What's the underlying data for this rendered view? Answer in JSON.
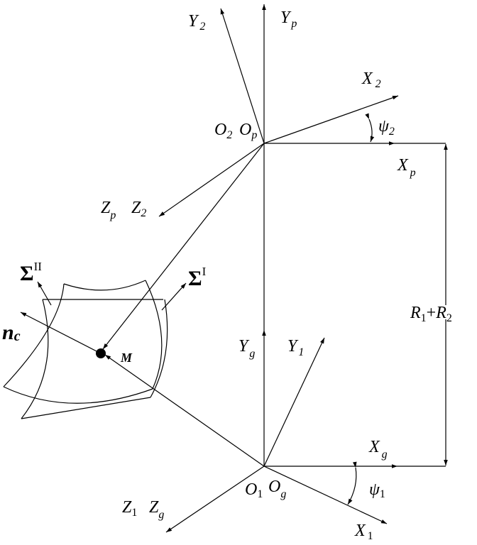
{
  "labels": {
    "Yp": {
      "main": "Y",
      "sub": "p"
    },
    "Y2": {
      "main": "Y",
      "sub": "2"
    },
    "X2": {
      "main": "X",
      "sub": "2"
    },
    "psi2": {
      "main": "ψ",
      "sub": "2"
    },
    "O2": {
      "main": "O",
      "sub": "2"
    },
    "Op": {
      "main": "O",
      "sub": "p"
    },
    "Xp": {
      "main": "X",
      "sub": "p"
    },
    "Zp": {
      "main": "Z",
      "sub": "p"
    },
    "Z2": {
      "main": "Z",
      "sub": "2"
    },
    "SigmaII": {
      "main": "Σ",
      "sup": "II"
    },
    "SigmaI": {
      "main": "Σ",
      "sup": "I"
    },
    "nc": {
      "main": "n",
      "sub": "c"
    },
    "M": "M",
    "R": {
      "r1": "R",
      "s1": "1",
      "plus": "+",
      "r2": "R",
      "s2": "2"
    },
    "Yg": {
      "main": "Y",
      "sub": "g"
    },
    "Y1": {
      "main": "Y",
      "sub": "1"
    },
    "Xg": {
      "main": "X",
      "sub": "g"
    },
    "O1": {
      "main": "O",
      "sub": "1"
    },
    "Og": {
      "main": "O",
      "sub": "g"
    },
    "psi1": {
      "main": "ψ",
      "sub": "1"
    },
    "Z1": {
      "main": "Z",
      "sub": "1"
    },
    "Zg": {
      "main": "Z",
      "sub": "g"
    },
    "X1": {
      "main": "X",
      "sub": "1"
    }
  }
}
